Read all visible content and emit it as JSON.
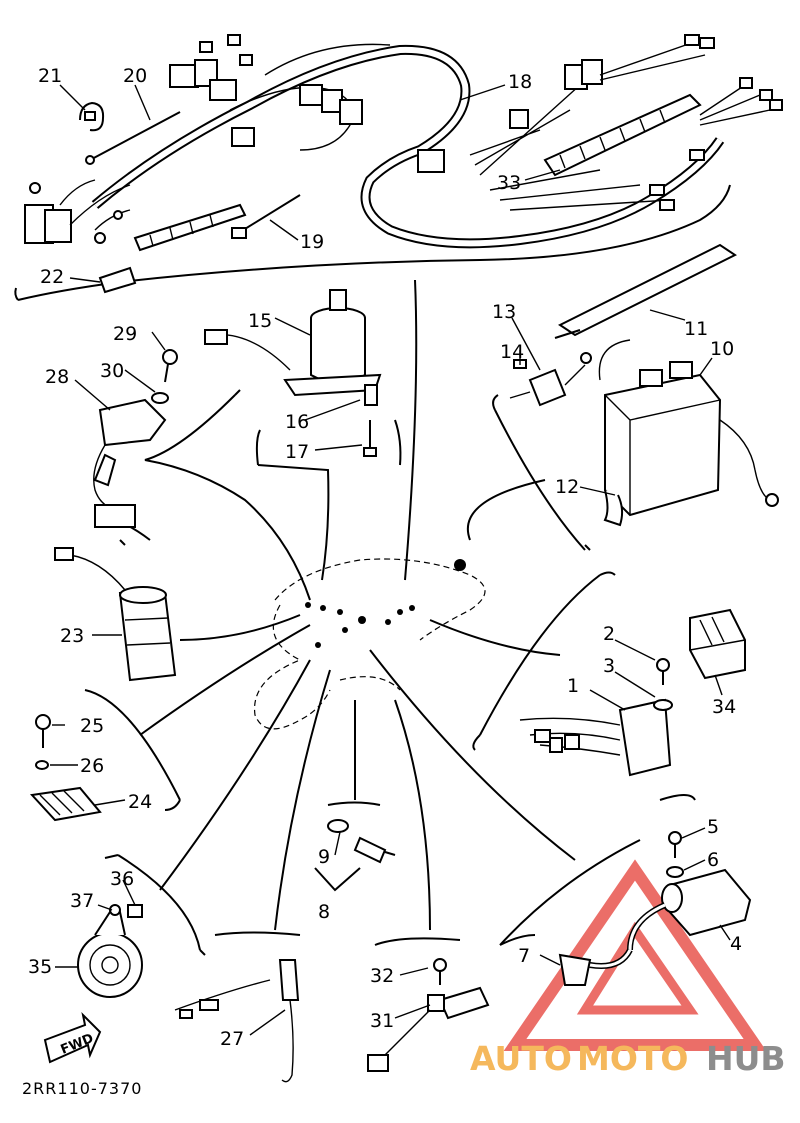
{
  "diagram": {
    "code": "2RR110-7370",
    "fwd_label": "FWD",
    "callouts": {
      "c1": "1",
      "c2": "2",
      "c3": "3",
      "c4": "4",
      "c5": "5",
      "c6": "6",
      "c7": "7",
      "c8": "8",
      "c9": "9",
      "c10": "10",
      "c11": "11",
      "c12": "12",
      "c13": "13",
      "c14": "14",
      "c15": "15",
      "c16": "16",
      "c17": "17",
      "c18": "18",
      "c19": "19",
      "c20": "20",
      "c21": "21",
      "c22": "22",
      "c23": "23",
      "c24": "24",
      "c25": "25",
      "c26": "26",
      "c27": "27",
      "c28": "28",
      "c29": "29",
      "c30": "30",
      "c31": "31",
      "c32": "32",
      "c33": "33",
      "c34": "34",
      "c35": "35",
      "c36": "36",
      "c37": "37"
    }
  },
  "watermark": {
    "auto": "AUTO",
    "moto": "MOTO",
    "hub": "HUB",
    "triangle_color": "#e8554e",
    "accent_color": "#f5b85c",
    "hub_color": "#8d8d8d"
  }
}
